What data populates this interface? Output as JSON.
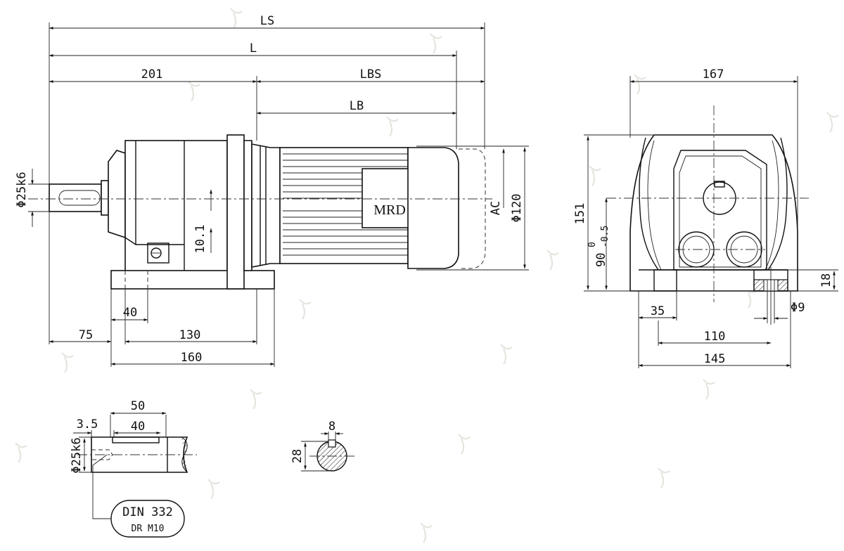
{
  "drawing": {
    "side_view": {
      "dim_LS": "LS",
      "dim_L": "L",
      "dim_201": "201",
      "dim_LBS": "LBS",
      "dim_LB": "LB",
      "dim_shaft_dia": "Φ25k6",
      "dim_offset": "10.1",
      "brand_label": "MRD",
      "dim_AC": "AC",
      "dim_motor_dia": "Φ120",
      "dim_40": "40",
      "dim_75": "75",
      "dim_130": "130",
      "dim_160": "160"
    },
    "end_view": {
      "dim_167": "167",
      "dim_151": "151",
      "dim_90": "90",
      "tol_upper": "0",
      "tol_lower": "-0.5",
      "dim_18": "18",
      "dim_hole": "Φ9",
      "dim_35": "35",
      "dim_110": "110",
      "dim_145": "145"
    },
    "shaft_detail": {
      "dim_50": "50",
      "dim_3_5": "3.5",
      "dim_40": "40",
      "dim_shaft_dia": "Φ25k6",
      "callout_line1": "DIN 332",
      "callout_line2": "DR M10"
    },
    "section_view": {
      "dim_key": "8",
      "dim_28": "28"
    }
  }
}
